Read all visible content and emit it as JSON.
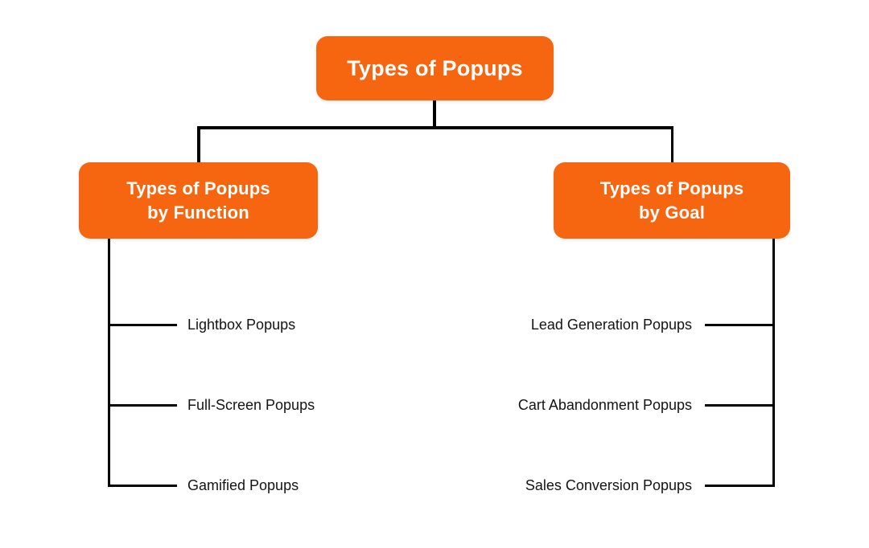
{
  "diagram": {
    "root": {
      "label": "Types of Popups"
    },
    "branches": [
      {
        "title_line1": "Types of Popups",
        "title_line2": "by Function",
        "children": [
          "Lightbox Popups",
          "Full-Screen Popups",
          "Gamified Popups"
        ]
      },
      {
        "title_line1": "Types of Popups",
        "title_line2": "by Goal",
        "children": [
          "Lead Generation Popups",
          "Cart Abandonment Popups",
          "Sales Conversion Popups"
        ]
      }
    ]
  },
  "colors": {
    "accent": "#F6650F",
    "line": "#000000",
    "node_text": "#FFFFFF",
    "leaf_text": "#141414",
    "background": "#FFFFFF"
  }
}
